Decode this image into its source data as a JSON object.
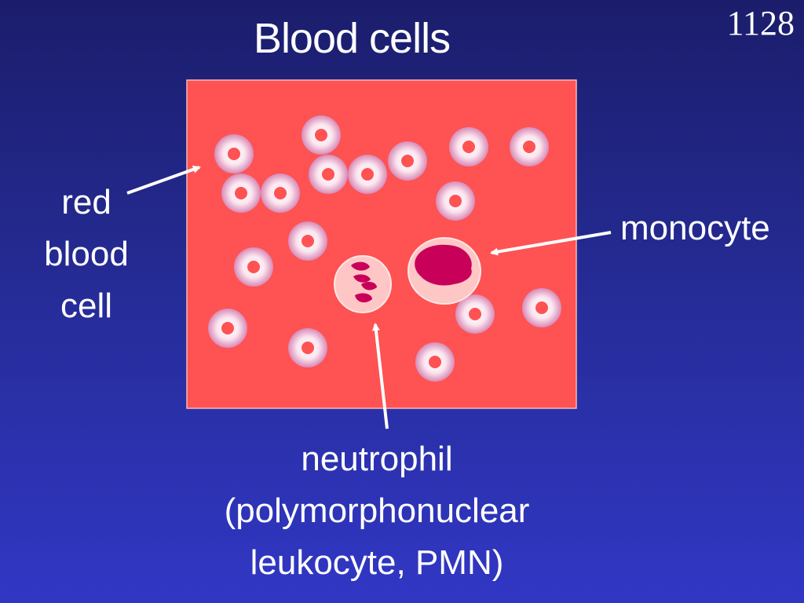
{
  "slide": {
    "title": "Blood cells",
    "slide_number": "1128"
  },
  "labels": {
    "red_blood_cell": [
      "red",
      "blood",
      "cell"
    ],
    "monocyte": "monocyte",
    "neutrophil": [
      "neutrophil",
      "(polymorphonuclear",
      "leukocyte, PMN)"
    ]
  },
  "colors": {
    "background_top": "#1b1d6b",
    "background_bottom": "#3137c4",
    "plasma": "#ff5252",
    "rbc_rim": "#f6c7de",
    "rbc_center": "#ff5252",
    "wbc_cytoplasm": "#ffc6c6",
    "wbc_nucleus": "#c8005a",
    "arrow": "#ffffff"
  }
}
